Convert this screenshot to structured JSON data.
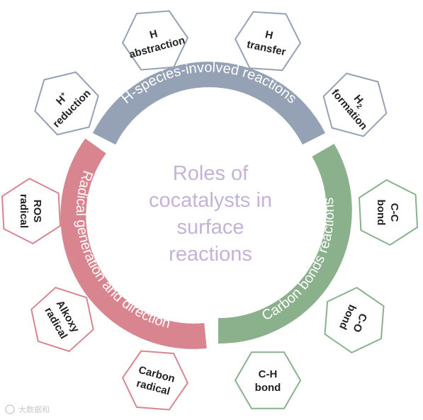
{
  "center_title": [
    "Roles of",
    "cocatalysts in",
    "surface",
    "reactions"
  ],
  "arcs": [
    {
      "label": "H-species-involved reactions",
      "color": "#95a1b5"
    },
    {
      "label": "Carbon bonds reactions",
      "color": "#8ab08c"
    },
    {
      "label": "Radical generation and direction",
      "color": "#d8858f"
    }
  ],
  "hexagons": [
    {
      "lines": [
        "H",
        "abstraction"
      ],
      "group": 0
    },
    {
      "lines": [
        "H",
        "transfer"
      ],
      "group": 0
    },
    {
      "lines": [
        "H+",
        "reduction"
      ],
      "group": 0
    },
    {
      "lines": [
        "H2",
        "formation"
      ],
      "group": 0
    },
    {
      "lines": [
        "C-C",
        "bond"
      ],
      "group": 1
    },
    {
      "lines": [
        "C-O",
        "bond"
      ],
      "group": 1
    },
    {
      "lines": [
        "C-H",
        "bond"
      ],
      "group": 1
    },
    {
      "lines": [
        "ROS",
        "radical"
      ],
      "group": 2
    },
    {
      "lines": [
        "Alkoxy",
        "radical"
      ],
      "group": 2
    },
    {
      "lines": [
        "Carbon",
        "radical"
      ],
      "group": 2
    }
  ],
  "watermark": "大数据和",
  "colors": {
    "center_text": "#c4b3d6",
    "arc_text": "#ffffff",
    "hex_text": "#222222"
  }
}
